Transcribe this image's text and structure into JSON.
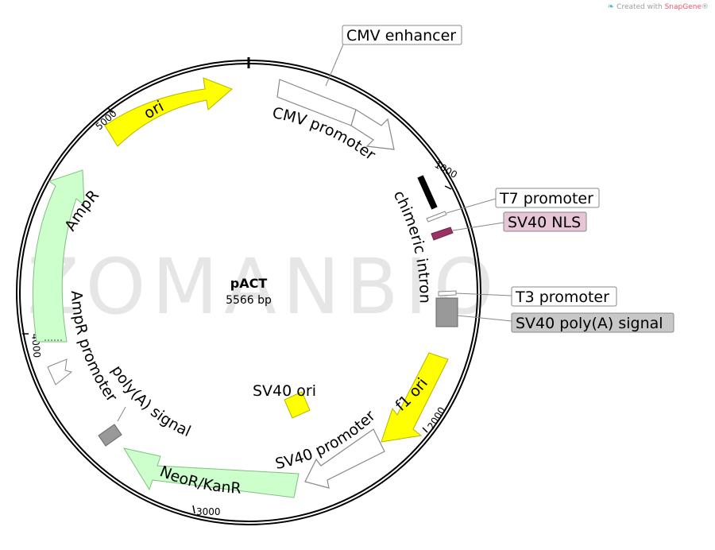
{
  "credit": {
    "prefix": "Created with ",
    "brand": "SnapGene",
    "suffix": "®"
  },
  "watermark": "ZOMANBIO",
  "plasmid": {
    "name": "pACT",
    "size": "5566 bp"
  },
  "ticks": [
    "1000",
    "2000",
    "3000",
    "4000",
    "5000"
  ],
  "features": {
    "cmv_enhancer": "CMV enhancer",
    "cmv_promoter": "CMV promoter",
    "chimeric_intron": "chimeric intron",
    "t7_promoter": "T7 promoter",
    "sv40_nls": "SV40 NLS",
    "t3_promoter": "T3 promoter",
    "sv40_polya": "SV40 poly(A) signal",
    "f1_ori": "f1 ori",
    "sv40_promoter": "SV40 promoter",
    "sv40_ori": "SV40 ori",
    "neor_kanr": "NeoR/KanR",
    "polya_signal": "poly(A) signal",
    "ampr_promoter": "AmpR promoter",
    "ampr": "AmpR",
    "ori": "ori"
  },
  "colors": {
    "ori": "#ffff00",
    "f1_ori": "#ffff00",
    "sv40_ori": "#ffff00",
    "ampr": "#ccffcc",
    "neor": "#ccffcc",
    "sv40_nls": "#993366",
    "sv40_nls_box": "#e6c6d6",
    "polya": "#999999",
    "sv40_polya_box": "#c8c8c8",
    "promoter": "#ffffff"
  }
}
